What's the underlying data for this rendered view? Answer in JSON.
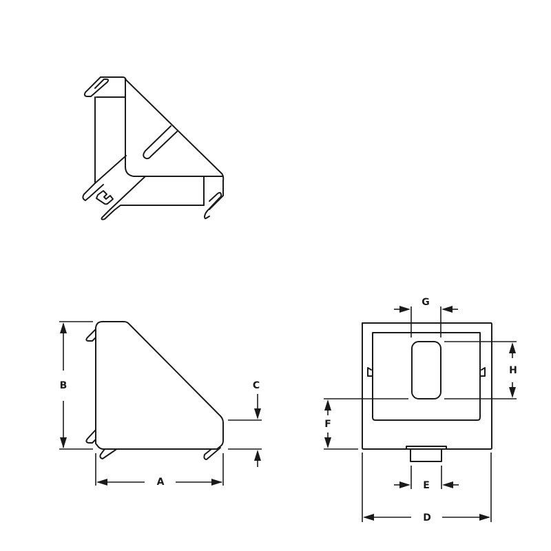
{
  "drawing": {
    "subject": "corner bracket",
    "line_color": "#1a1a1a",
    "background": "#ffffff"
  },
  "views": {
    "isometric": {
      "name": "isometric-view"
    },
    "side": {
      "name": "side-view",
      "dimensions": {
        "a": "A",
        "b": "B",
        "c": "C"
      }
    },
    "front": {
      "name": "front-view",
      "dimensions": {
        "d": "D",
        "e": "E",
        "f": "F",
        "g": "G",
        "h": "H"
      }
    }
  }
}
